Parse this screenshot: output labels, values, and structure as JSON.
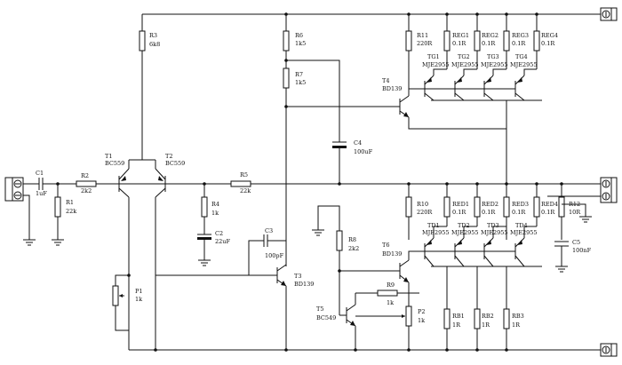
{
  "components": {
    "C1": {
      "name": "C1",
      "value": "1uF"
    },
    "R1": {
      "name": "R1",
      "value": "22k"
    },
    "R2": {
      "name": "R2",
      "value": "2k2"
    },
    "T1": {
      "name": "T1",
      "value": "BC559"
    },
    "T2": {
      "name": "T2",
      "value": "BC559"
    },
    "R3": {
      "name": "R3",
      "value": "6k8"
    },
    "R4": {
      "name": "R4",
      "value": "1k"
    },
    "C2": {
      "name": "C2",
      "value": "22uF"
    },
    "R5": {
      "name": "R5",
      "value": "22k"
    },
    "C3": {
      "name": "C3",
      "value": "100pF"
    },
    "P1": {
      "name": "P1",
      "value": "1k"
    },
    "T3": {
      "name": "T3",
      "value": "BD139"
    },
    "R6": {
      "name": "R6",
      "value": "1k5"
    },
    "R7": {
      "name": "R7",
      "value": "1k5"
    },
    "C4": {
      "name": "C4",
      "value": "100uF"
    },
    "T4": {
      "name": "T4",
      "value": "BD139"
    },
    "R11": {
      "name": "R11",
      "value": "220R"
    },
    "REG1": {
      "name": "REG1",
      "value": "0.1R"
    },
    "REG2": {
      "name": "REG2",
      "value": "0.1R"
    },
    "REG3": {
      "name": "REG3",
      "value": "0.1R"
    },
    "REG4": {
      "name": "REG4",
      "value": "0.1R"
    },
    "TG1": {
      "name": "TG1",
      "value": "MJE2955"
    },
    "TG2": {
      "name": "TG2",
      "value": "MJE2955"
    },
    "TG3": {
      "name": "TG3",
      "value": "MJE2955"
    },
    "TG4": {
      "name": "TG4",
      "value": "MJE2955"
    },
    "R10": {
      "name": "R10",
      "value": "220R"
    },
    "RED1": {
      "name": "RED1",
      "value": "0.1R"
    },
    "RED2": {
      "name": "RED2",
      "value": "0.1R"
    },
    "RED3": {
      "name": "RED3",
      "value": "0.1R"
    },
    "RED4": {
      "name": "RED4",
      "value": "0.1R"
    },
    "TD1": {
      "name": "TD1",
      "value": "MJE2955"
    },
    "TD2": {
      "name": "TD2",
      "value": "MJE2955"
    },
    "TD3": {
      "name": "TD3",
      "value": "MJE2955"
    },
    "TD4": {
      "name": "TD4",
      "value": "MJE2955"
    },
    "R12": {
      "name": "R12",
      "value": "10R"
    },
    "C5": {
      "name": "C5",
      "value": "100nF"
    },
    "R8": {
      "name": "R8",
      "value": "2k2"
    },
    "T6": {
      "name": "T6",
      "value": "BD139"
    },
    "R9": {
      "name": "R9",
      "value": "1k"
    },
    "T5": {
      "name": "T5",
      "value": "BC549"
    },
    "P2": {
      "name": "P2",
      "value": "1k"
    },
    "RB1": {
      "name": "RB1",
      "value": "1R"
    },
    "RB2": {
      "name": "RB2",
      "value": "1R"
    },
    "RB3": {
      "name": "RB3",
      "value": "1R"
    }
  },
  "colors": {
    "line": "#111111",
    "background": "#ffffff"
  }
}
